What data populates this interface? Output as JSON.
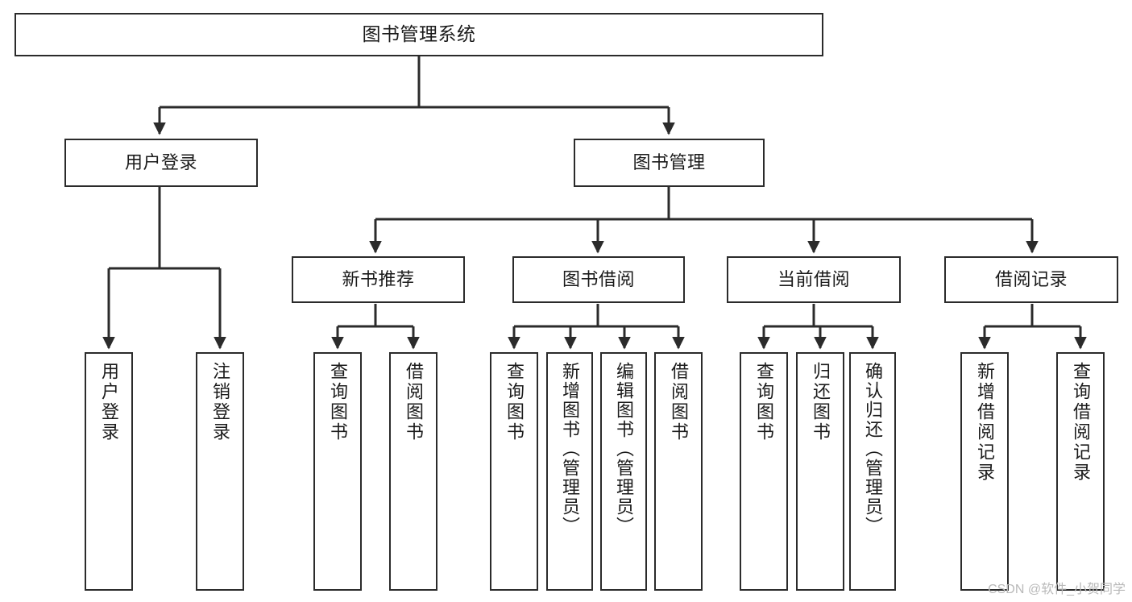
{
  "diagram": {
    "title": "图书管理系统",
    "type": "tree-hierarchy",
    "root": {
      "label": "图书管理系统"
    },
    "level1": [
      {
        "label": "用户登录"
      },
      {
        "label": "图书管理"
      }
    ],
    "level2": [
      {
        "label": "新书推荐"
      },
      {
        "label": "图书借阅"
      },
      {
        "label": "当前借阅"
      },
      {
        "label": "借阅记录"
      }
    ],
    "leaves": {
      "user_login": [
        {
          "label": "用户登录"
        },
        {
          "label": "注销登录"
        }
      ],
      "new_book_recommend": [
        {
          "label": "查询图书"
        },
        {
          "label": "借阅图书"
        }
      ],
      "book_borrow": [
        {
          "label": "查询图书"
        },
        {
          "label": "新增图书（管理员）"
        },
        {
          "label": "编辑图书（管理员）"
        },
        {
          "label": "借阅图书"
        }
      ],
      "current_borrow": [
        {
          "label": "查询图书"
        },
        {
          "label": "归还图书"
        },
        {
          "label": "确认归还（管理员）"
        }
      ],
      "borrow_record": [
        {
          "label": "新增借阅记录"
        },
        {
          "label": "查询借阅记录"
        }
      ]
    }
  },
  "watermark": {
    "text": "CSDN @软件_小贺同学"
  },
  "colors": {
    "border": "#2b2b2b",
    "background": "#ffffff",
    "text": "#1b1b1b",
    "watermark": "#b9b9b9"
  }
}
